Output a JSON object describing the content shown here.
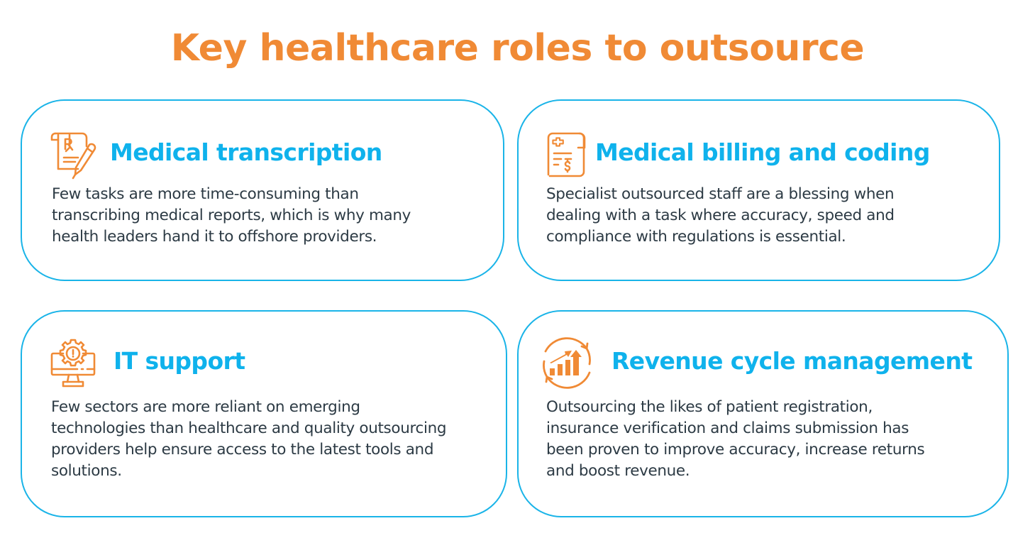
{
  "page": {
    "title": "Key healthcare roles to outsource",
    "colors": {
      "title": "#f08a35",
      "heading": "#0fb2ec",
      "border": "#1ab4e8",
      "body_text": "#2c3a44",
      "icon": "#f08a35"
    }
  },
  "cards": [
    {
      "icon": "prescription-pen-icon",
      "heading": "Medical transcription",
      "lines": [
        "Few tasks are more time-consuming than",
        "transcribing medical reports, which is why many",
        "health leaders hand it to offshore providers."
      ]
    },
    {
      "icon": "medical-bill-receipt-icon",
      "heading": "Medical billing and coding",
      "lines": [
        "Specialist outsourced staff are a blessing when",
        "dealing with a task where accuracy, speed and",
        "compliance with regulations is essential."
      ]
    },
    {
      "icon": "monitor-gear-alert-icon",
      "heading": "IT support",
      "lines": [
        "Few sectors are more reliant on emerging",
        "technologies than healthcare and quality outsourcing",
        "providers help ensure access to the latest tools and",
        "solutions."
      ]
    },
    {
      "icon": "revenue-growth-cycle-icon",
      "heading": "Revenue cycle management",
      "lines": [
        "Outsourcing the likes of patient registration,",
        "insurance verification and claims submission has",
        "been proven to improve accuracy, increase returns",
        "and boost revenue."
      ]
    }
  ]
}
